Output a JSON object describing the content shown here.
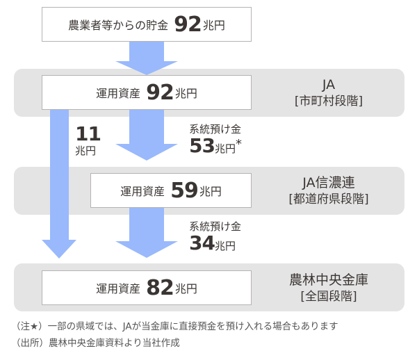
{
  "source": {
    "label": "農業者等からの貯金",
    "value": "92",
    "unit": "兆円"
  },
  "levels": [
    {
      "label": "運用資産",
      "value": "92",
      "unit": "兆円",
      "name": "JA",
      "tier": "[市町村段階]"
    },
    {
      "label": "運用資産",
      "value": "59",
      "unit": "兆円",
      "name": "JA信濃連",
      "tier": "[都道府県段階]"
    },
    {
      "label": "運用資産",
      "value": "82",
      "unit": "兆円",
      "name": "農林中央金庫",
      "tier": "[全国段階]"
    }
  ],
  "flows": {
    "direct": {
      "value": "11",
      "unit": "兆円"
    },
    "ja_to_shinren": {
      "caption": "系統預け金",
      "value": "53",
      "unit": "兆円",
      "mark": "*"
    },
    "shinren_to_norinchukin": {
      "caption": "系統預け金",
      "value": "34",
      "unit": "兆円"
    }
  },
  "notes": [
    "（注★）一部の県域では、JAが当金庫に直接預金を預け入れる場合もあります",
    "（出所）農林中央金庫資料より当社作成"
  ],
  "colors": {
    "arrow": "#99b9fc",
    "band": "#e5e4e4",
    "text": "#3a3533"
  }
}
